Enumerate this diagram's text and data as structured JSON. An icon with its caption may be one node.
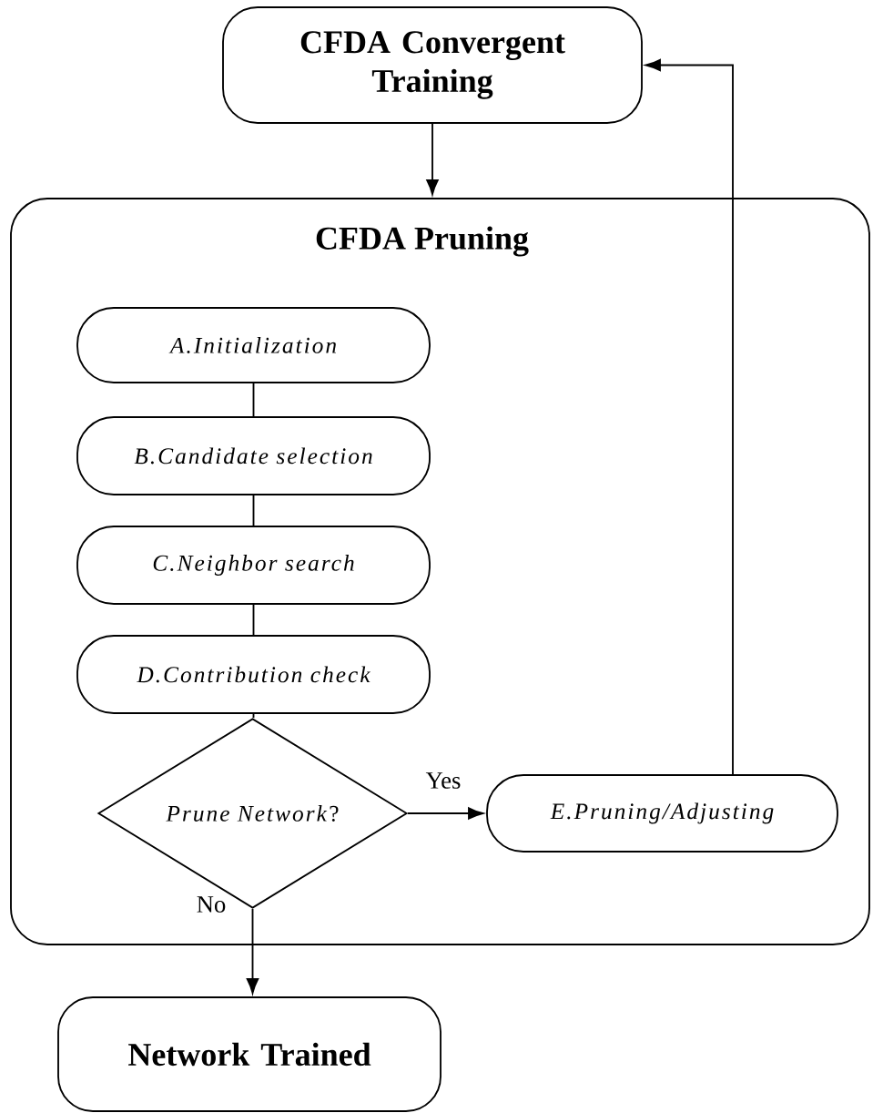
{
  "diagram": {
    "nodes": [
      {
        "text": [
          "CFDA Convergent Training"
        ]
      },
      {
        "text": [
          "CFDA Pruning"
        ]
      },
      {
        "text": [
          "A.Initialization"
        ],
        "in": 1
      },
      {
        "text": [
          "B.Candidate selection"
        ],
        "in": 1
      },
      {
        "text": [
          "C.Neighbor search"
        ],
        "in": 1
      },
      {
        "text": [
          "D.Contribution check"
        ],
        "in": 1
      },
      {
        "text": [
          "*Prune Network*?"
        ],
        "in": 1
      },
      {
        "text": [
          "E.Pruning/Adjusting"
        ],
        "in": 1
      },
      {
        "text": [
          "Network Trained"
        ]
      }
    ],
    "edges": [
      {
        "from": 0,
        "to": 1,
        "arrow": "to"
      },
      {
        "from": 2,
        "to": 3,
        "arrow": "none"
      },
      {
        "from": 3,
        "to": 4,
        "arrow": "none"
      },
      {
        "from": 4,
        "to": 5,
        "arrow": "none"
      },
      {
        "from": 5,
        "to": 6,
        "arrow": "none"
      },
      {
        "from": 6,
        "to": 7,
        "label": "Yes",
        "arrow": "to"
      },
      {
        "from": 6,
        "to": 8,
        "label": "No",
        "arrow": "to"
      },
      {
        "from": 7,
        "to": 0,
        "arrow": "to"
      }
    ]
  }
}
